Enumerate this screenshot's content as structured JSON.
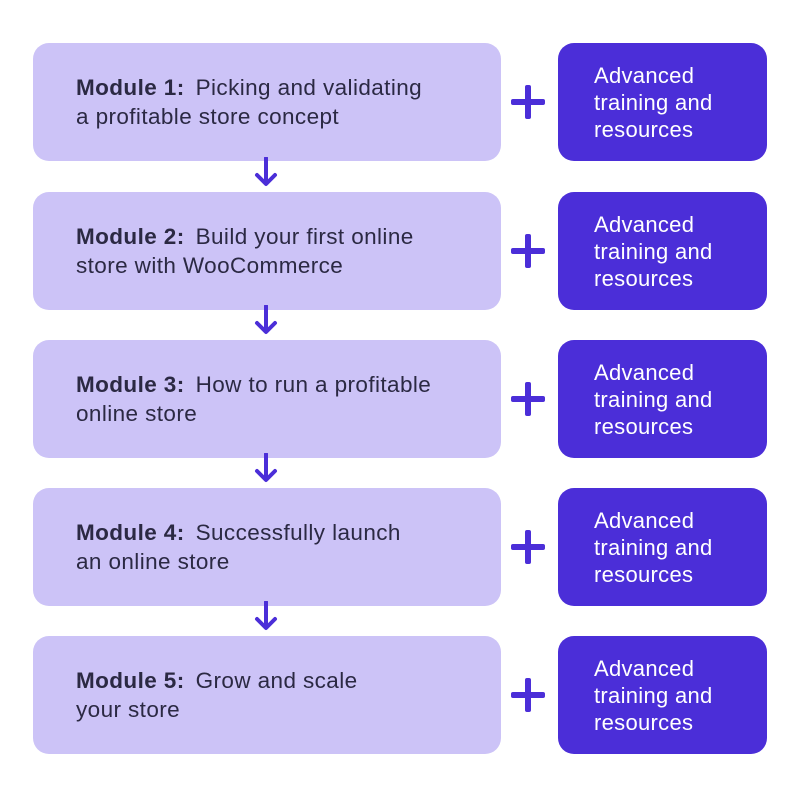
{
  "colors": {
    "module_box_fill": "#ccc3f7",
    "module_text": "#2b2943",
    "resource_box_fill": "#4b2ed8",
    "resource_text": "#ffffff",
    "plus_and_arrow": "#4b2ed8"
  },
  "modules": [
    {
      "label": "Module 1:",
      "title": "Picking and validating a profitable store concept",
      "resource": "Advanced training and resources"
    },
    {
      "label": "Module 2:",
      "title": "Build your first online store with WooCommerce",
      "resource": "Advanced training and resources"
    },
    {
      "label": "Module 3:",
      "title": "How to run a profitable online store",
      "resource": "Advanced training and resources"
    },
    {
      "label": "Module 4:",
      "title": "Successfully launch an online store",
      "resource": "Advanced training and resources"
    },
    {
      "label": "Module 5:",
      "title": "Grow and scale your store",
      "resource": "Advanced training and resources"
    }
  ]
}
